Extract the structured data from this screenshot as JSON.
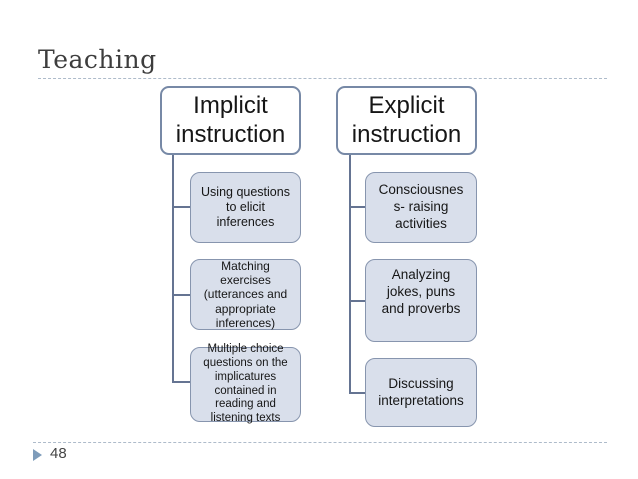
{
  "slide": {
    "title": "Teaching",
    "page_number": "48"
  },
  "diagram": {
    "columns": [
      {
        "header": "Implicit\ninstruction",
        "children": [
          {
            "text": "Using questions\nto elicit\ninferences"
          },
          {
            "text": "Matching\nexercises\n(utterances and\nappropriate\ninferences)"
          },
          {
            "text": "Multiple choice\nquestions on the\nimplicatures\ncontained in\nreading and\nlistening texts"
          }
        ]
      },
      {
        "header": "Explicit\ninstruction",
        "children": [
          {
            "text": "Consciousnes\ns- raising\nactivities"
          },
          {
            "text": "Analyzing\njokes, puns\nand proverbs"
          },
          {
            "text": "Discussing\ninterpretations"
          }
        ]
      }
    ]
  },
  "icons": {
    "page_bullet": "triangle-right-icon"
  },
  "colors": {
    "child_box_fill": "#d9dfeb",
    "child_box_border": "#8795ae",
    "header_box_border": "#7789a6",
    "connector": "#657492",
    "dashed_rule": "#aebbca",
    "bullet_marker": "#7e9cba",
    "title_text": "#3d3d3d",
    "body_text": "#161616"
  }
}
